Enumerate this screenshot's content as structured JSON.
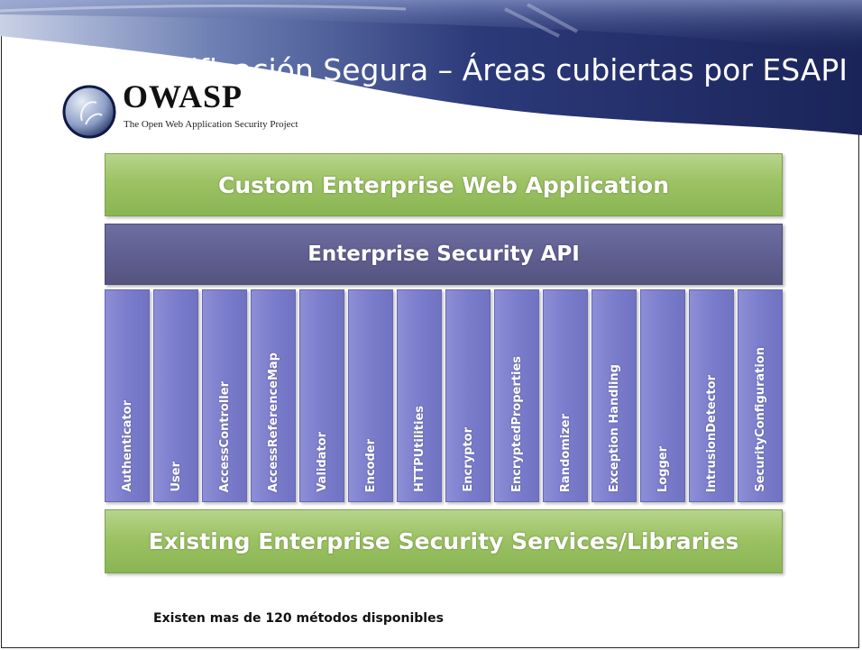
{
  "slide": {
    "title": "Codificación Segura – Áreas cubiertas por ESAPI",
    "logo": {
      "name": "OWASP",
      "subtitle": "The Open Web Application Security Project"
    }
  },
  "stack": {
    "top_layer": "Custom Enterprise Web Application",
    "api_layer": "Enterprise Security API",
    "modules": [
      "Authenticator",
      "User",
      "AccessController",
      "AccessReferenceMap",
      "Validator",
      "Encoder",
      "HTTPUtilities",
      "Encryptor",
      "EncryptedProperties",
      "Randomizer",
      "Exception Handling",
      "Logger",
      "IntrusionDetector",
      "SecurityConfiguration"
    ],
    "bottom_layer": "Existing Enterprise Security Services/Libraries"
  },
  "footer_note": "Existen mas de 120 métodos disponibles",
  "colors": {
    "green_layer": "#9cc263",
    "api_layer": "#5f5e90",
    "module": "#7b7dcc",
    "header_blue": "#23306a"
  }
}
